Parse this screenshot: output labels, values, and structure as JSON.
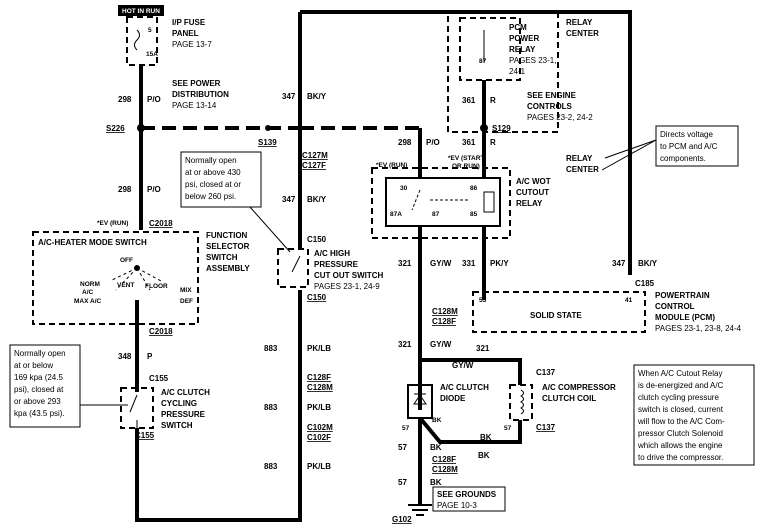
{
  "labels": {
    "hot_in_run": "HOT IN RUN",
    "ip_fuse_panel": [
      "I/P FUSE",
      "PANEL",
      "PAGE 13-7"
    ],
    "fuse_number": "5",
    "fuse_rating": "15A",
    "see_power": [
      "SEE POWER",
      "DISTRIBUTION",
      "PAGE 13-14"
    ],
    "pcm_power_relay": [
      "PCM",
      "POWER",
      "RELAY",
      "PAGES 23-1,",
      "24-1"
    ],
    "pcm_relay_pin": "87",
    "relay_center": [
      "RELAY",
      "CENTER"
    ],
    "see_engine": [
      "SEE ENGINE",
      "CONTROLS",
      "PAGES 23-2, 24-2"
    ],
    "relay_center2": [
      "RELAY",
      "CENTER"
    ],
    "wot_relay": [
      "A/C WOT",
      "CUTOUT",
      "RELAY"
    ],
    "ev_start": [
      "*EV (START",
      "OR RUN)"
    ],
    "ev_run": "*EV (RUN)",
    "ev_run2": "*EV (RUN)",
    "relay_pins": [
      "30",
      "87A",
      "87",
      "86",
      "85"
    ],
    "heater_switch": "A/C-HEATER MODE SWITCH",
    "function_selector": [
      "FUNCTION",
      "SELECTOR",
      "SWITCH",
      "ASSEMBLY"
    ],
    "switch_positions": [
      "OFF",
      "NORM",
      "A/C",
      "VENT",
      "FLOOR",
      "MIX",
      "MAX A/C",
      "DEF"
    ],
    "hp_cutout": [
      "A/C HIGH",
      "PRESSURE",
      "CUT OUT SWITCH",
      "PAGES 23-1, 24-9"
    ],
    "cycling_switch": [
      "A/C CLUTCH",
      "CYCLING",
      "PRESSURE",
      "SWITCH"
    ],
    "pcm": [
      "POWERTRAIN",
      "CONTROL",
      "MODULE (PCM)",
      "PAGES 23-1, 23-8, 24-4"
    ],
    "solid_state": "SOLID STATE",
    "pcm_pins": [
      "53",
      "41"
    ],
    "clutch_diode": [
      "A/C CLUTCH",
      "DIODE"
    ],
    "compressor_coil": [
      "A/C COMPRESSOR",
      "CLUTCH COIL"
    ],
    "see_grounds": [
      "SEE GROUNDS",
      "PAGE 10-3"
    ],
    "ground": "G102",
    "splices": [
      "S226",
      "S139",
      "S129"
    ]
  },
  "connectors": {
    "c2018_top": "C2018",
    "c2018_bot": "C2018",
    "c150_top": "C150",
    "c150_bot": "C150",
    "c127m": "C127M",
    "c127f": "C127F",
    "c155_top": "C155",
    "c155_bot": "C155",
    "c128f_a": "C128F",
    "c128m_a": "C128M",
    "c102m": "C102M",
    "c102f": "C102F",
    "c128m_b": "C128M",
    "c128f_b": "C128F",
    "c137_top": "C137",
    "c137_bot": "C137",
    "c185": "C185",
    "c128f_c": "C128F",
    "c128m_c": "C128M"
  },
  "circuits": {
    "c298a": "298",
    "c298a_col": "P/O",
    "c347a": "347",
    "c347a_col": "BK/Y",
    "c361a": "361",
    "c361a_col": "R",
    "c298b": "298",
    "c298b_col": "P/O",
    "c361b": "361",
    "c361b_col": "R",
    "c298c": "298",
    "c298c_col": "P/O",
    "c347b": "347",
    "c347b_col": "BK/Y",
    "c321a": "321",
    "c321a_col": "GY/W",
    "c331": "331",
    "c331_col": "PK/Y",
    "c347c": "347",
    "c347c_col": "BK/Y",
    "c348": "348",
    "c348_col": "P",
    "c883a": "883",
    "c883a_col": "PK/LB",
    "c883b": "883",
    "c883b_col": "PK/LB",
    "c883c": "883",
    "c883c_col": "PK/LB",
    "c321b": "321",
    "c321b_col": "GY/W",
    "c321c": "321",
    "c321c_col": "GY/W",
    "c57a": "57",
    "c57a_col": "BK",
    "c57b": "57",
    "c57b_col": "BK",
    "c57c": "57",
    "c57c_col": "BK",
    "c57d": "57",
    "c57d_col": "BK",
    "bk_d": "BK"
  },
  "notes": {
    "pcm_note": [
      "Directs voltage",
      "to PCM and A/C",
      "components."
    ],
    "hp_note": [
      "Normally open",
      "at or above 430",
      "psi, closed at or",
      "below 260 psi."
    ],
    "cyc_note": [
      "Normally open",
      "at or below",
      "169 kpa (24.5",
      "psi), closed at",
      "or above 293",
      "kpa (43.5 psi)."
    ],
    "relay_note": [
      "When A/C Cutout Relay",
      "is de-energized and A/C",
      "clutch cycling pressure",
      "switch is closed, current",
      "will flow to the A/C Com-",
      "pressor Clutch Solenoid",
      "which allows the engine",
      "to drive the compressor."
    ]
  }
}
